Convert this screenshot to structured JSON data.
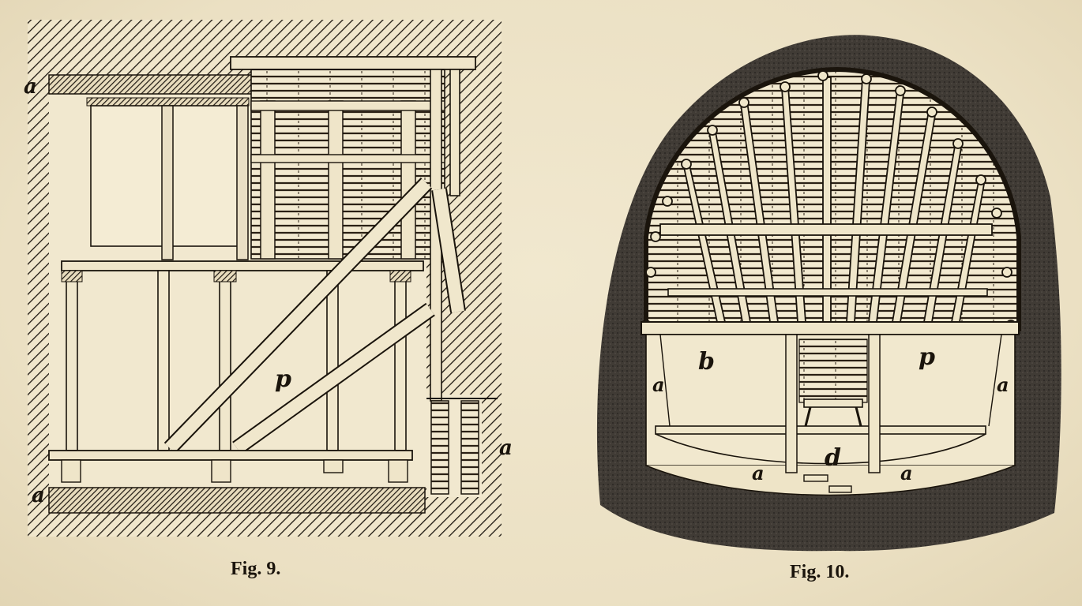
{
  "figures": [
    {
      "id": "fig9",
      "caption": "Fig. 9.",
      "labels": {
        "a_top": "a",
        "a_bottom": "a",
        "a_right": "a",
        "p": "p"
      }
    },
    {
      "id": "fig10",
      "caption": "Fig. 10.",
      "labels": {
        "b": "b",
        "p": "p",
        "a_left": "a",
        "a_right": "a",
        "a_bottom_left": "a",
        "a_bottom_right": "a",
        "d": "d"
      }
    }
  ],
  "colors": {
    "paper": "#ede3c8",
    "ink": "#1a140c",
    "rock": "#3a3632"
  }
}
